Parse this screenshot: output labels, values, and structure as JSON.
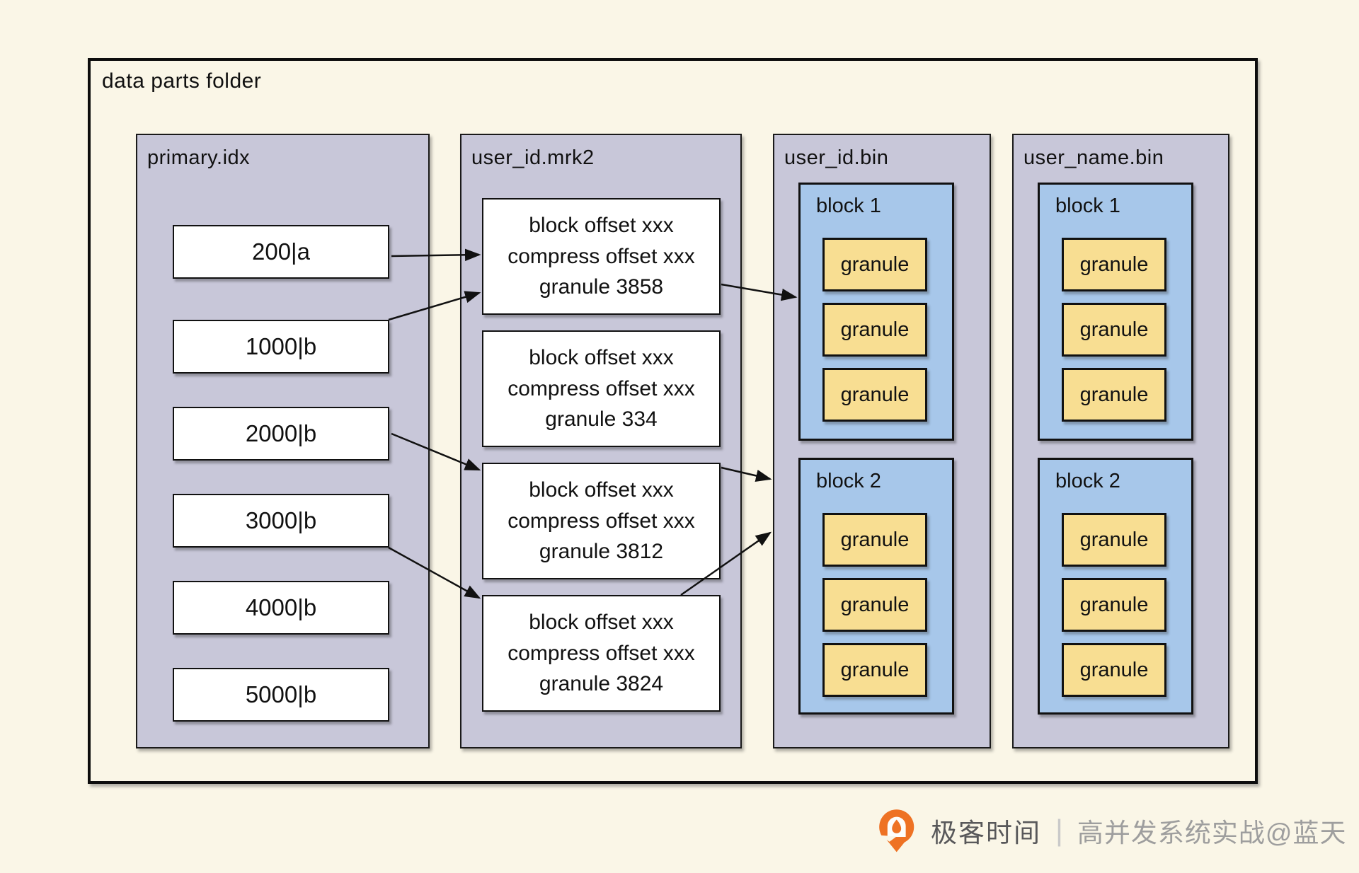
{
  "diagram": {
    "title": "data parts folder"
  },
  "columns": {
    "primary": {
      "title": "primary.idx",
      "rows": [
        "200|a",
        "1000|b",
        "2000|b",
        "3000|b",
        "4000|b",
        "5000|b"
      ]
    },
    "mrk2": {
      "title": "user_id.mrk2",
      "boxes": [
        {
          "lines": [
            "block offset xxx",
            "compress offset xxx",
            "granule 3858"
          ]
        },
        {
          "lines": [
            "block offset xxx",
            "compress offset xxx",
            "granule 334"
          ]
        },
        {
          "lines": [
            "block offset xxx",
            "compress offset xxx",
            "granule 3812"
          ]
        },
        {
          "lines": [
            "block offset xxx",
            "compress offset xxx",
            "granule 3824"
          ]
        }
      ]
    },
    "user_id_bin": {
      "title": "user_id.bin",
      "blocks": [
        {
          "label": "block 1",
          "granules": [
            "granule",
            "granule",
            "granule"
          ]
        },
        {
          "label": "block 2",
          "granules": [
            "granule",
            "granule",
            "granule"
          ]
        }
      ]
    },
    "user_name_bin": {
      "title": "user_name.bin",
      "blocks": [
        {
          "label": "block 1",
          "granules": [
            "granule",
            "granule",
            "granule"
          ]
        },
        {
          "label": "block 2",
          "granules": [
            "granule",
            "granule",
            "granule"
          ]
        }
      ]
    }
  },
  "arrows": [
    {
      "from": "primary-row-200a",
      "to": "mrk2-mark-3858"
    },
    {
      "from": "primary-row-1000b",
      "to": "mrk2-mark-3858"
    },
    {
      "from": "mrk2-mark-3858",
      "to": "user-id-bin-block-1"
    },
    {
      "from": "primary-row-2000b",
      "to": "mrk2-mark-3812"
    },
    {
      "from": "primary-row-3000b",
      "to": "mrk2-mark-3824"
    },
    {
      "from": "mrk2-mark-3812",
      "to": "user-id-bin-block-2"
    },
    {
      "from": "mrk2-mark-3824",
      "to": "user-id-bin-block-2"
    }
  ],
  "footer": {
    "brand": "极客时间",
    "divider": "|",
    "credit": "高并发系统实战@蓝天",
    "logo_icon": "geektime-logo"
  },
  "colors": {
    "page_bg": "#faf6e7",
    "column_bg": "#c8c7d9",
    "block_bg": "#a7c7ea",
    "granule_bg": "#f8de92",
    "box_bg": "#ffffff",
    "line": "#111111",
    "brand_orange": "#ee7224",
    "brand_text": "#58585a",
    "credit_text": "#9e9e9e",
    "divider": "#c9c9c9"
  }
}
